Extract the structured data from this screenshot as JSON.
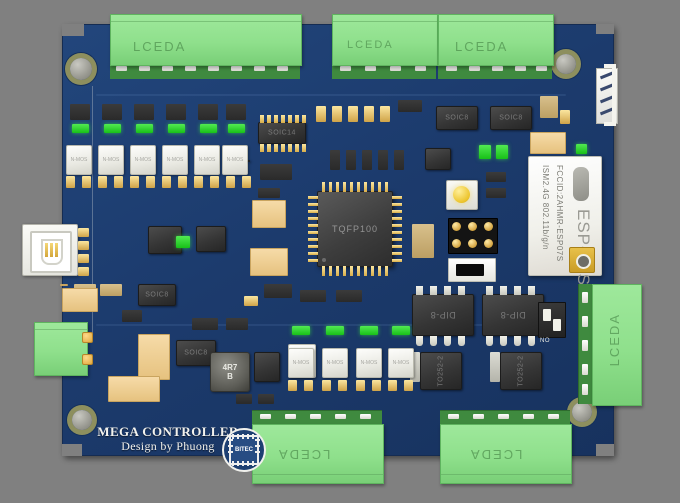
{
  "scene": {
    "kind": "pcb-3d-render",
    "background_color": "#808080",
    "board_color": "#1d3f72",
    "board_title": "MEGA CONTROLLER",
    "board_subtitle": "Design by Phuong"
  },
  "silkscreen": {
    "title": "MEGA CONTROLLER",
    "subtitle": "Design by Phuong",
    "logo_text": "BITEC"
  },
  "mcu": {
    "package": "TQFP100"
  },
  "wifi_module": {
    "name": "ESP-07S",
    "fcc_id": "FCCID:2AHMR-ESP07S",
    "band": "ISM2.4G 802.11b/g/n",
    "antenna_connector": "ipex-connector"
  },
  "terminal_blocks": [
    {
      "id": "tb-top-1",
      "label": "LCEDA",
      "position": "top-left",
      "ways": 8
    },
    {
      "id": "tb-top-2",
      "label": "LCEDA",
      "position": "top-center",
      "ways": 4
    },
    {
      "id": "tb-top-3",
      "label": "LCEDA",
      "position": "top-right",
      "ways": 5
    },
    {
      "id": "tb-right-1",
      "label": "LCEDA",
      "position": "right",
      "ways": 5
    },
    {
      "id": "tb-bottom-1",
      "label": "LCEDA",
      "position": "bottom-center",
      "ways": 5
    },
    {
      "id": "tb-bottom-2",
      "label": "LCEDA",
      "position": "bottom-right",
      "ways": 5
    },
    {
      "id": "tb-left-1",
      "label": "",
      "position": "left",
      "ways": 2
    }
  ],
  "ics": {
    "dip8_left": "DIP-8",
    "dip8_right": "DIP-8",
    "soic14": "SOIC14",
    "soic8_a": "SOIC8",
    "soic8_b": "SOIC8",
    "soic8_c": "SOIC8",
    "soic8_d": "SOIC8",
    "soic8_e": "SOIC8",
    "to252_left": "TO252-2",
    "to252_right": "TO252-2"
  },
  "inductor": {
    "line1": "4R7",
    "line2": "B"
  },
  "dip_switch": {
    "label": "NO",
    "positions": 2
  },
  "mosfet_row_top": [
    {
      "label": "N-MOS"
    },
    {
      "label": "N-MOS"
    },
    {
      "label": "N-MOS"
    },
    {
      "label": "N-MOS"
    },
    {
      "label": "N-MOS"
    },
    {
      "label": "N-MOS"
    }
  ],
  "mosfet_row_bottom": [
    {
      "label": "N-MOS"
    },
    {
      "label": "N-MOS"
    },
    {
      "label": "N-MOS"
    },
    {
      "label": "N-MOS"
    }
  ],
  "connectors": {
    "usb": "usb-type-b-connector",
    "edge_header": "right-edge-pin-header",
    "programming_header": "2x3-pin-header"
  },
  "colors": {
    "pcb_blue": "#1d3f72",
    "terminal_green": "#8fe08c",
    "pad_gold": "#d9ae4a",
    "led_green": "#2fd42f",
    "background_gray": "#808080"
  }
}
